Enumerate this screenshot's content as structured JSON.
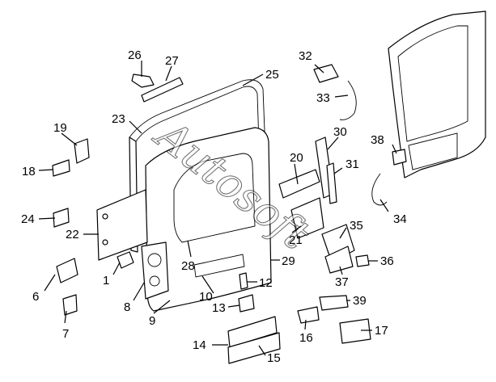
{
  "watermark": "Autosoft",
  "callouts": [
    {
      "id": "p1",
      "label": "1"
    },
    {
      "id": "p6",
      "label": "6"
    },
    {
      "id": "p7",
      "label": "7"
    },
    {
      "id": "p8",
      "label": "8"
    },
    {
      "id": "p9",
      "label": "9"
    },
    {
      "id": "p10",
      "label": "10"
    },
    {
      "id": "p12",
      "label": "12"
    },
    {
      "id": "p13",
      "label": "13"
    },
    {
      "id": "p14",
      "label": "14"
    },
    {
      "id": "p15",
      "label": "15"
    },
    {
      "id": "p16",
      "label": "16"
    },
    {
      "id": "p17",
      "label": "17"
    },
    {
      "id": "p18",
      "label": "18"
    },
    {
      "id": "p19",
      "label": "19"
    },
    {
      "id": "p20",
      "label": "20"
    },
    {
      "id": "p21",
      "label": "21"
    },
    {
      "id": "p22",
      "label": "22"
    },
    {
      "id": "p23",
      "label": "23"
    },
    {
      "id": "p24",
      "label": "24"
    },
    {
      "id": "p25",
      "label": "25"
    },
    {
      "id": "p26",
      "label": "26"
    },
    {
      "id": "p27",
      "label": "27"
    },
    {
      "id": "p28",
      "label": "28"
    },
    {
      "id": "p29",
      "label": "29"
    },
    {
      "id": "p30",
      "label": "30"
    },
    {
      "id": "p31",
      "label": "31"
    },
    {
      "id": "p32",
      "label": "32"
    },
    {
      "id": "p33",
      "label": "33"
    },
    {
      "id": "p34",
      "label": "34"
    },
    {
      "id": "p35",
      "label": "35"
    },
    {
      "id": "p36",
      "label": "36"
    },
    {
      "id": "p37",
      "label": "37"
    },
    {
      "id": "p38",
      "label": "38"
    },
    {
      "id": "p39",
      "label": "39"
    }
  ]
}
